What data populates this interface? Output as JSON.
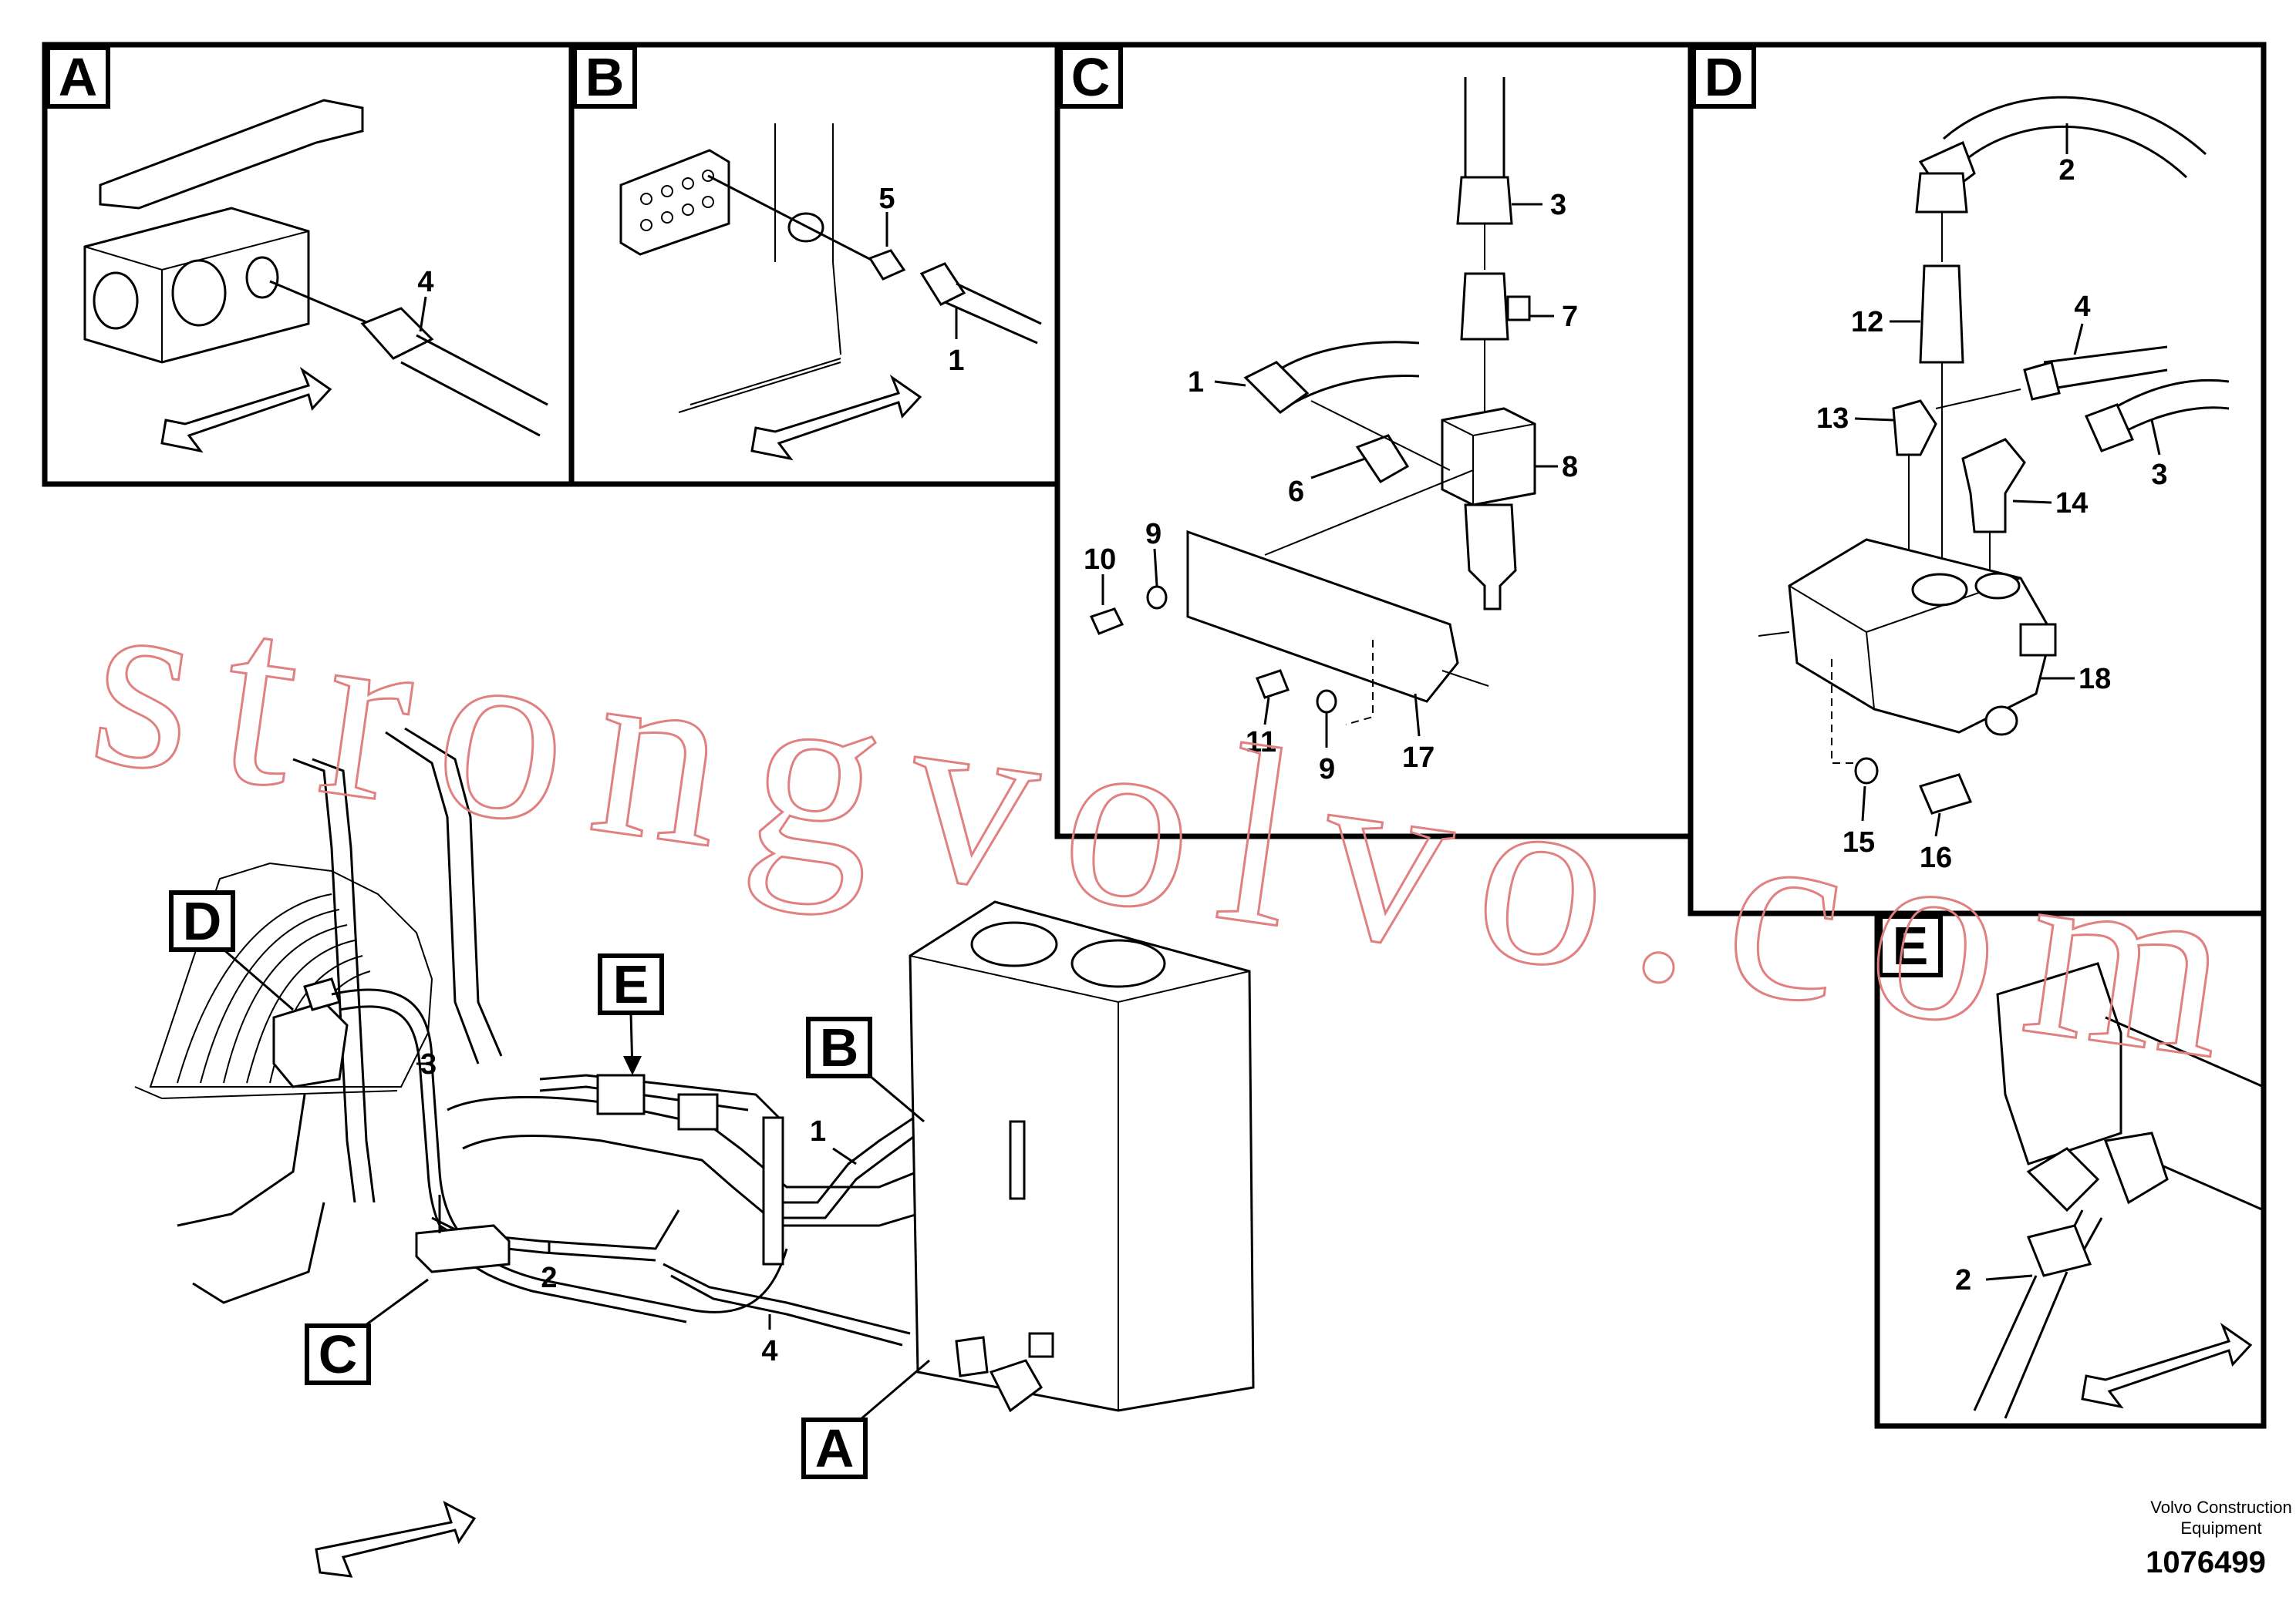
{
  "panels": {
    "A": {
      "letter": "A",
      "callouts": [
        "4"
      ]
    },
    "B": {
      "letter": "B",
      "callouts": [
        "5",
        "1"
      ]
    },
    "C": {
      "letter": "C",
      "callouts": [
        "3",
        "7",
        "1",
        "8",
        "6",
        "10",
        "9",
        "11",
        "9",
        "17"
      ]
    },
    "D": {
      "letter": "D",
      "callouts": [
        "2",
        "12",
        "4",
        "13",
        "3",
        "14",
        "18",
        "15",
        "16"
      ]
    },
    "E": {
      "letter": "E",
      "callouts": [
        "2"
      ]
    }
  },
  "main": {
    "tags": [
      "D",
      "E",
      "B",
      "C",
      "A"
    ],
    "callouts": [
      "3",
      "1",
      "2",
      "4"
    ]
  },
  "watermark": "strongvolvo.com",
  "footer": {
    "brand_line1": "Volvo Construction",
    "brand_line2": "Equipment",
    "drawing_number": "1076499"
  },
  "colors": {
    "watermark": "#e08080",
    "line": "#000000"
  }
}
